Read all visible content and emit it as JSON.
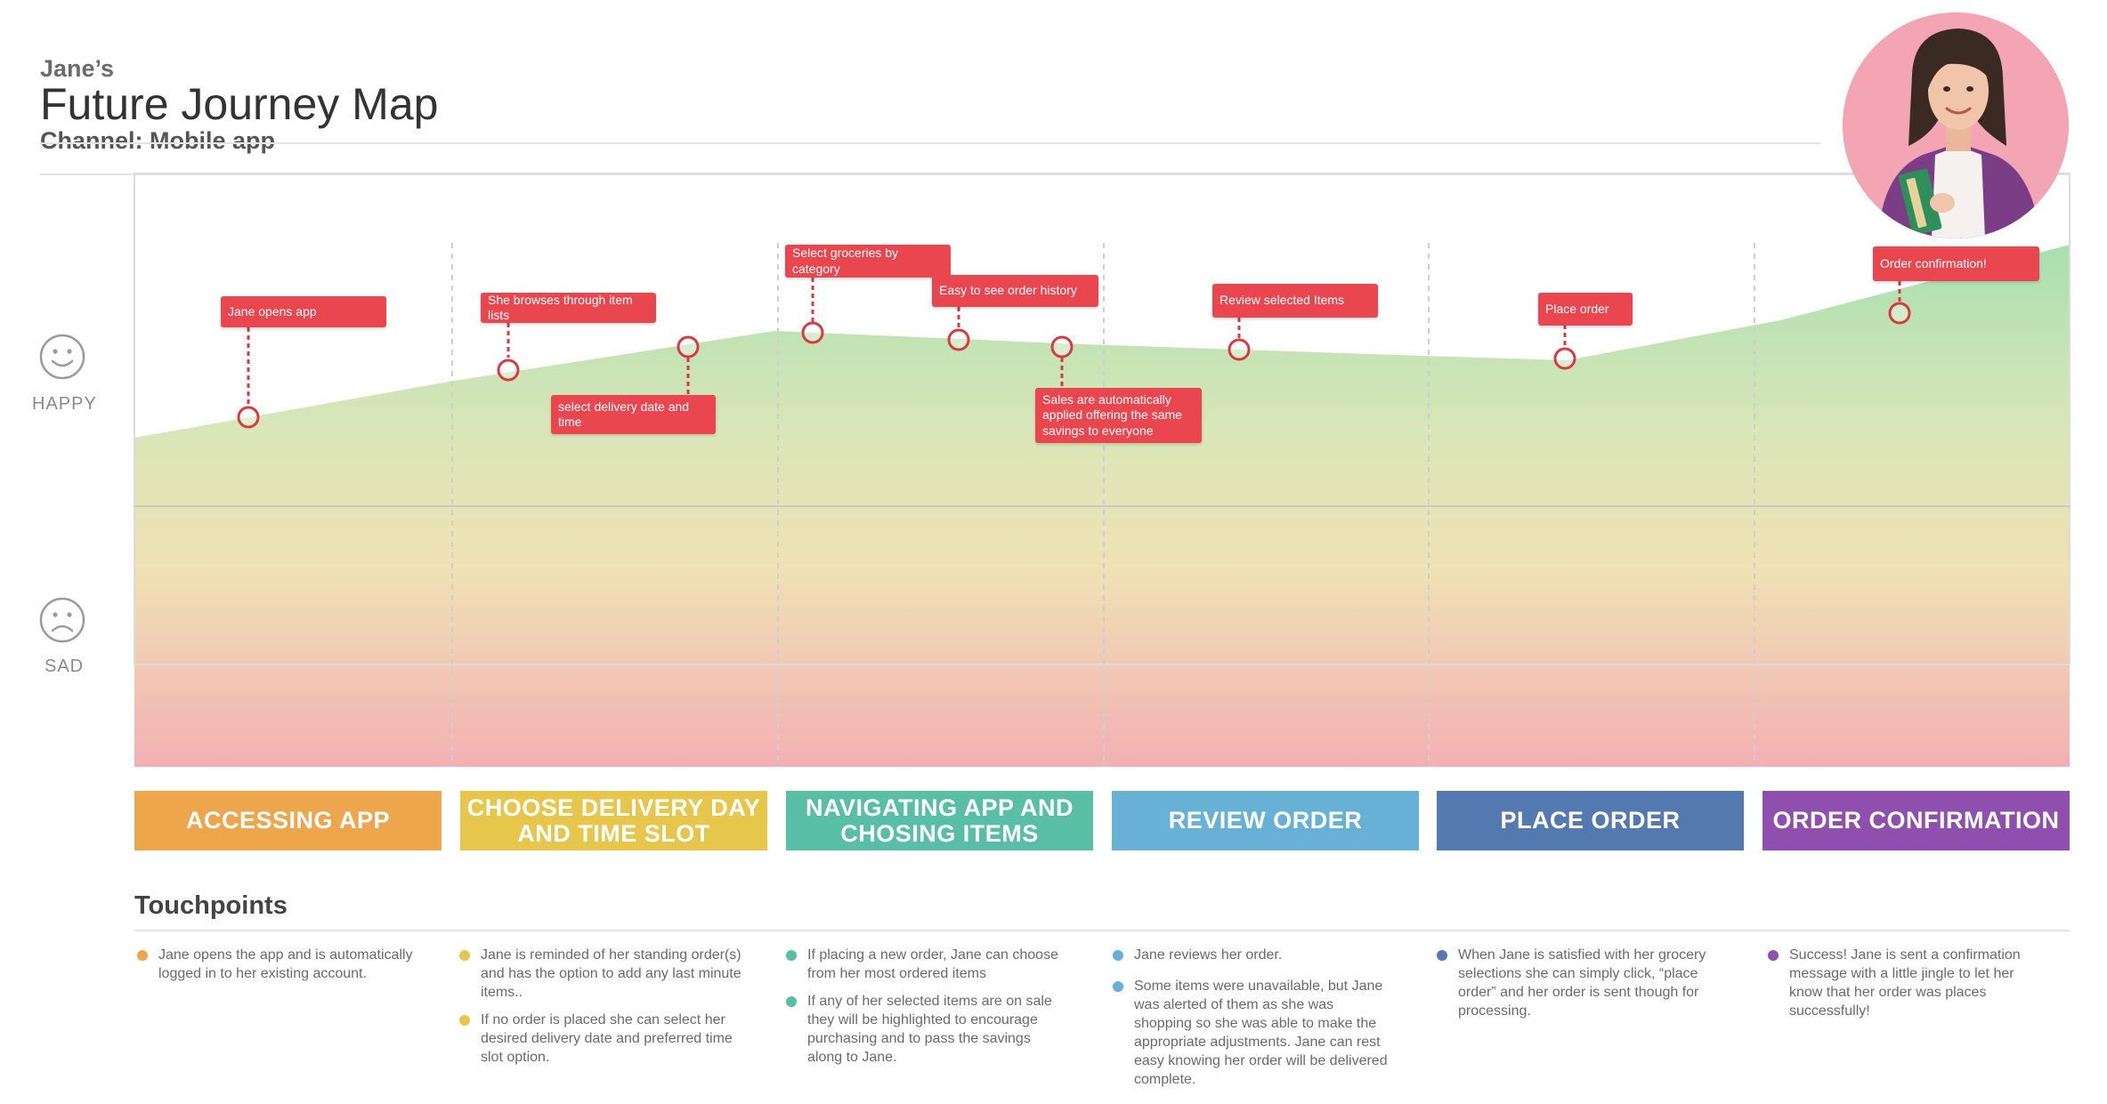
{
  "header": {
    "owner": "Jane’s",
    "title": "Future Journey Map",
    "channel": "Channel: Mobile app"
  },
  "mood": {
    "happy_label": "HAPPY",
    "sad_label": "SAD"
  },
  "colors": {
    "callout": "#ea4650",
    "happy_fill": "#a8dfb0",
    "mid_fill": "#efe2b4",
    "sad_fill": "#f2b0b4",
    "avatar_bg": "#f3a5b4"
  },
  "callouts": [
    {
      "label": "Jane opens app",
      "stage": 0
    },
    {
      "label": "She browses through item lists",
      "stage": 1
    },
    {
      "label": "select delivery date and time",
      "stage": 1
    },
    {
      "label": "Select groceries by category",
      "stage": 2
    },
    {
      "label": "Easy to see order history",
      "stage": 2
    },
    {
      "label": "Sales are automatically applied offering the same savings to everyone",
      "stage": 2
    },
    {
      "label": "Review selected Items",
      "stage": 3
    },
    {
      "label": "Place order",
      "stage": 4
    },
    {
      "label": "Order confirmation!",
      "stage": 5
    }
  ],
  "stages": [
    {
      "label": "ACCESSING APP",
      "color": "#eda64b"
    },
    {
      "label": "CHOOSE DELIVERY DAY AND TIME SLOT",
      "color": "#e6c64b"
    },
    {
      "label": "NAVIGATING APP AND CHOSING ITEMS",
      "color": "#59bea6"
    },
    {
      "label": "REVIEW ORDER",
      "color": "#67b0d6"
    },
    {
      "label": "PLACE ORDER",
      "color": "#5478b0"
    },
    {
      "label": "ORDER CONFIRMATION",
      "color": "#8f4fae"
    }
  ],
  "touchpoints": {
    "heading": "Touchpoints",
    "columns": [
      {
        "items": [
          "Jane opens the app and is automatically logged in to her existing account."
        ]
      },
      {
        "items": [
          "Jane is reminded of her standing order(s) and has the option to add any last minute items..",
          "If no order is placed she can select her desired delivery date and preferred time slot option."
        ]
      },
      {
        "items": [
          "If placing a new order, Jane can choose from her most ordered items",
          "If any of her selected items are on sale they will be highlighted to encourage purchasing and to pass the savings along to Jane."
        ]
      },
      {
        "items": [
          "Jane reviews her order.",
          "Some items were unavailable, but Jane was alerted of them as she was shopping so she was able to make the appropriate adjustments. Jane can rest easy knowing her order will be delivered complete."
        ]
      },
      {
        "items": [
          "When Jane is satisfied with her grocery selections she can simply click, “place order” and her order is sent though for processing."
        ]
      },
      {
        "items": [
          "Success! Jane is sent a confirmation message with a little jingle to let her know that her order was places successfully!"
        ]
      }
    ]
  }
}
